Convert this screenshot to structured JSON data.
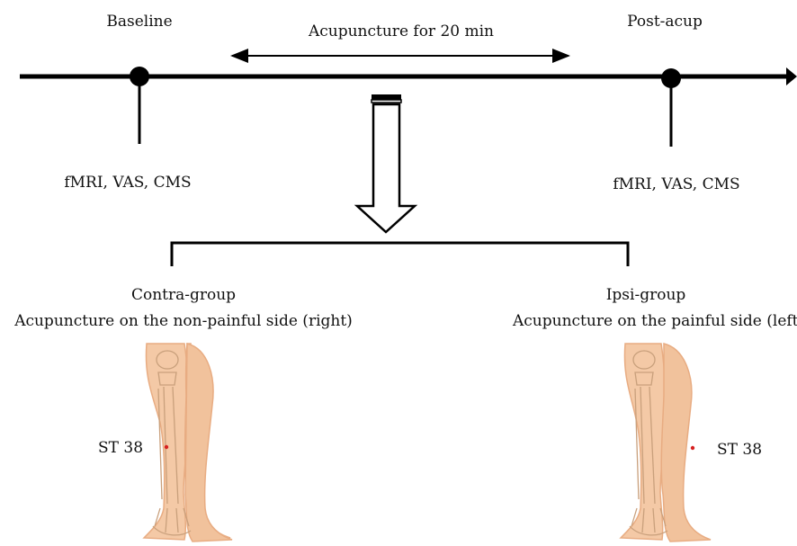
{
  "timeline": {
    "baseline_label": "Baseline",
    "intervention_label": "Acupuncture for 20 min",
    "post_label": "Post-acup",
    "baseline_measures": "fMRI, VAS, CMS",
    "post_measures": "fMRI, VAS, CMS"
  },
  "groups": {
    "contra": {
      "title": "Contra-group",
      "description": "Acupuncture on the non-painful side (right)",
      "point_label": "ST 38"
    },
    "ipsi": {
      "title": "Ipsi-group",
      "description": "Acupuncture on the painful side (left",
      "point_label": "ST 38"
    }
  },
  "colors": {
    "line": "#000000",
    "skin": "#f4c9a6",
    "skin_shade": "#e8ac82",
    "acupoint": "#d62020"
  }
}
